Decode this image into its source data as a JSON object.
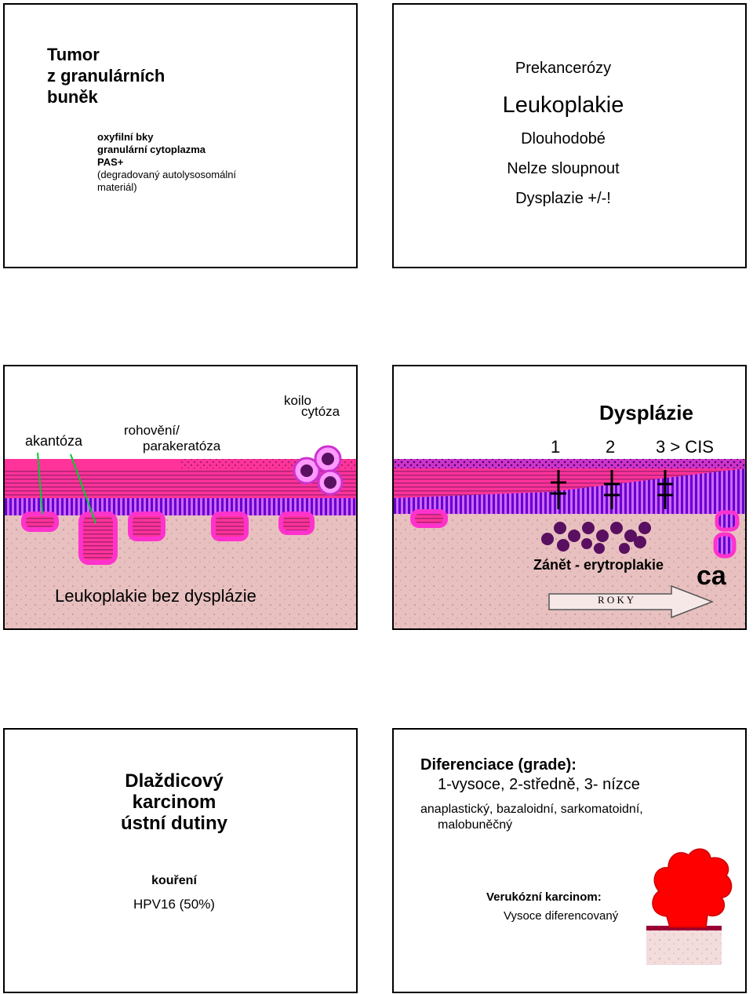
{
  "slide1": {
    "title_lines": [
      "Tumor",
      "z granulárních",
      "buněk"
    ],
    "details": [
      "oxyfilní bky",
      "granulární cytoplazma",
      "PAS+",
      "(degradovaný autolysosomální",
      "materiál)"
    ]
  },
  "slide2": {
    "heading": "Prekancerózy",
    "title": "Leukoplakie",
    "items": [
      "Dlouhodobé",
      "Nelze sloupnout",
      "Dysplazie +/-!"
    ]
  },
  "slide3": {
    "label_akantoza": "akantóza",
    "label_rohoveni_1": "rohovění/",
    "label_rohoveni_2": "parakeratóza",
    "label_koilo_1": "koilo",
    "label_koilo_2": "cytóza",
    "caption": "Leukoplakie bez dysplázie"
  },
  "slide4": {
    "title": "Dysplázie",
    "grade_labels": [
      "1",
      "2",
      "3 > CIS"
    ],
    "inflammation": "Zánět - erytroplakie",
    "arrow_text": "R O K Y",
    "ca_label": "ca"
  },
  "slide5": {
    "title_lines": [
      "Dlaždicový",
      "karcinom",
      "ústní dutiny"
    ],
    "risk_factors": [
      "kouření",
      "HPV16 (50%)"
    ]
  },
  "slide6": {
    "grade_heading": "Diferenciace (grade):",
    "grade_values": "1-vysoce, 2-středně, 3- nízce",
    "types_line_1": "anaplastický, bazaloidní, sarkomatoidní,",
    "types_line_2": "malobuněčný",
    "verrucous_title": "Verukózní karcinom:",
    "verrucous_desc": "Vysoce diferencovaný"
  },
  "colors": {
    "keratin": "#ff3399",
    "epithelium": "#cc66ff",
    "stripes": "#6600cc",
    "stroma": "#e8c0c0",
    "cells": "#5a1060",
    "tumor": "#ff0000",
    "basement": "#990033"
  }
}
